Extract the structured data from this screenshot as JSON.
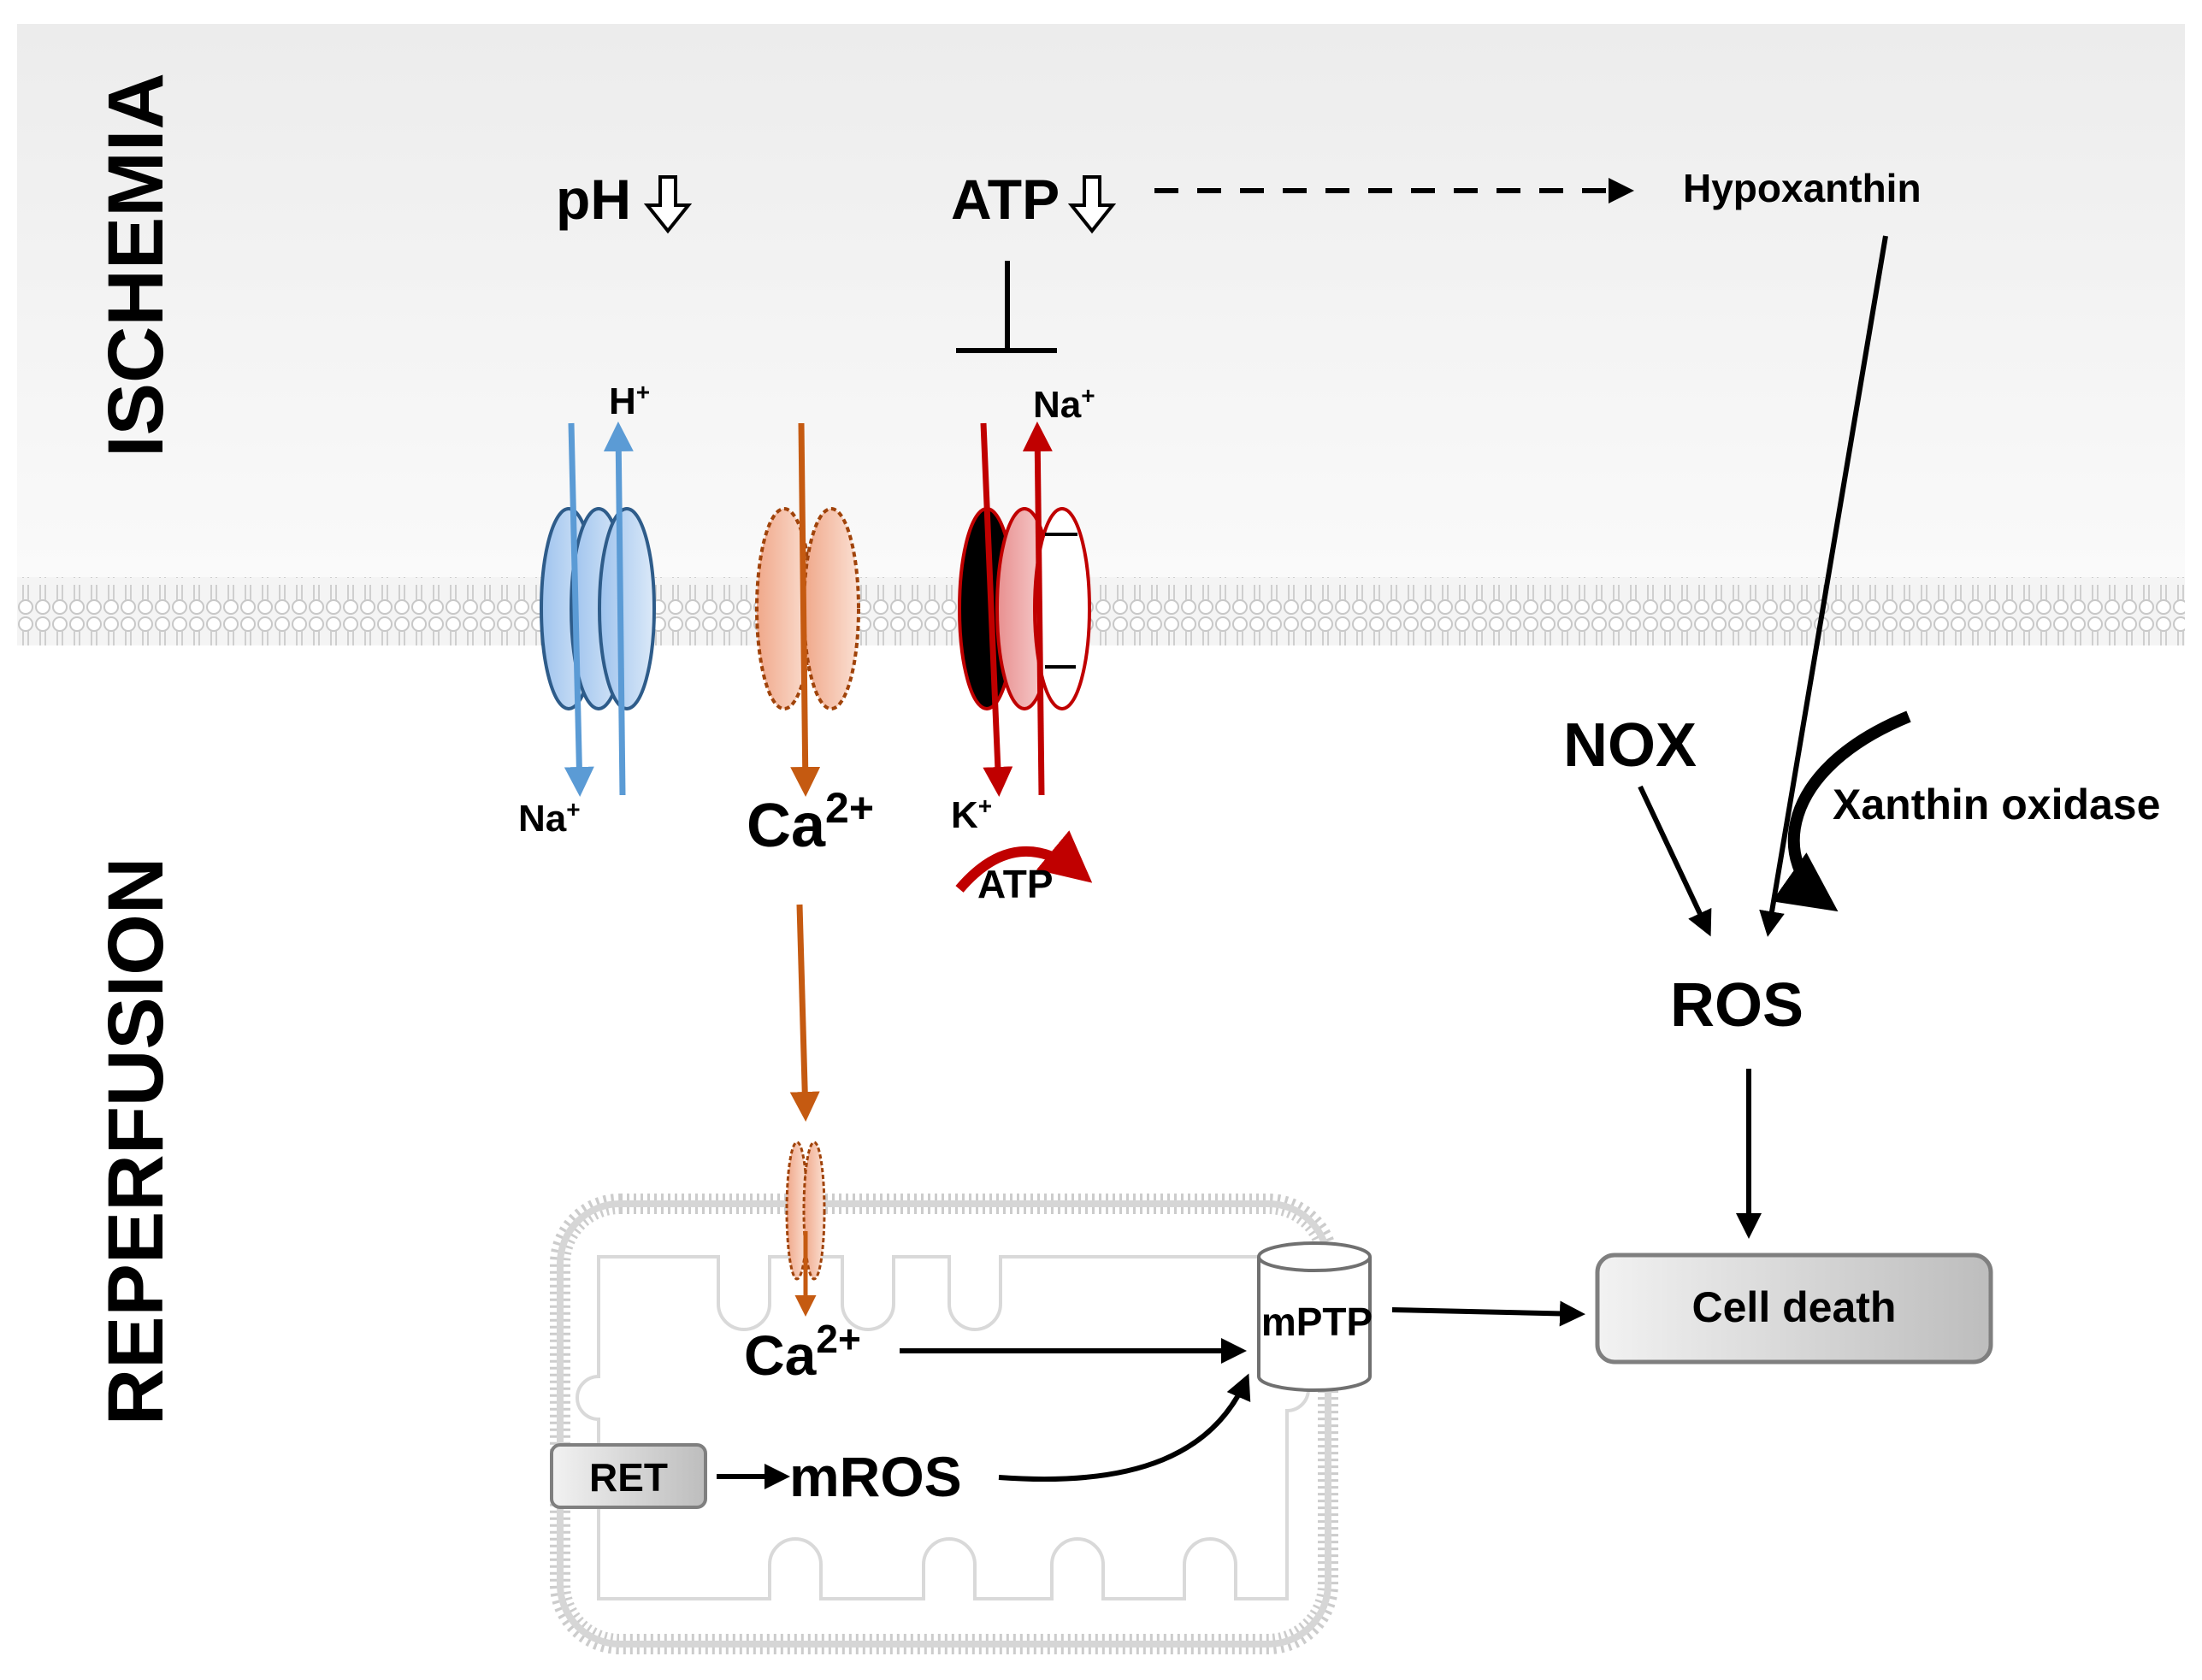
{
  "sections": {
    "ischemia": "ISCHEMIA",
    "reperfusion": "REPERFUSION"
  },
  "labels": {
    "ph": "pH",
    "atp_top": "ATP",
    "hypoxanthin": "Hypoxanthin",
    "h_ion": "H",
    "na_ion_left": "Na",
    "ion_charge": "+",
    "calcium_top": "Ca",
    "calcium_charge": "2+",
    "na_ion_pump": "Na",
    "k_ion": "K",
    "atp_pump": "ATP",
    "nox": "NOX",
    "xanthin_oxidase": "Xanthin oxidase",
    "ros": "ROS",
    "cell_death": "Cell death",
    "mptp": "mPTP",
    "calcium_mito": "Ca",
    "ret": "RET",
    "mros": "mROS"
  },
  "colors": {
    "nhe_blue": "#5b9bd5",
    "calcium_orange": "#c55a11",
    "pump_red": "#c00000",
    "membrane_grey": "#d9d9d9",
    "ischemia_bg": "#f2f2f2"
  }
}
